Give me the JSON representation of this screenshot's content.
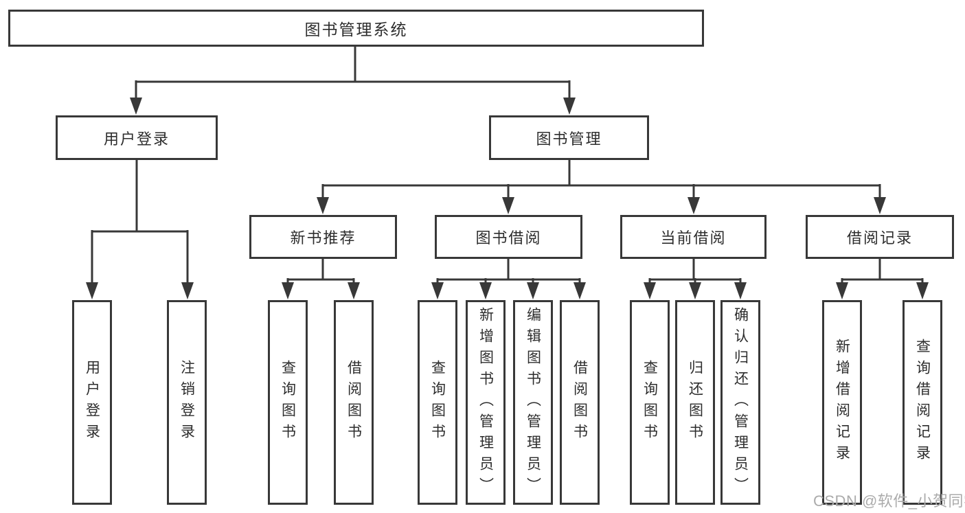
{
  "root": {
    "label": "图书管理系统"
  },
  "level2": {
    "user_login": "用户登录",
    "book_mgmt": "图书管理"
  },
  "level3": {
    "new_books": "新书推荐",
    "borrow": "图书借阅",
    "current": "当前借阅",
    "records": "借阅记录"
  },
  "leaves": {
    "ul_login": "用户登录",
    "ul_logout": "注销登录",
    "nb_query": "查询图书",
    "nb_borrow": "借阅图书",
    "bb_query": "查询图书",
    "bb_add": "新增图书（管理员）",
    "bb_edit": "编辑图书（管理员）",
    "bb_borrow": "借阅图书",
    "cb_query": "查询图书",
    "cb_return": "归还图书",
    "cb_confirm": "确认归还（管理员）",
    "br_add": "新增借阅记录",
    "br_query": "查询借阅记录"
  },
  "watermark": "CSDN @软件_小贺同学",
  "colors": {
    "line": "#383838",
    "text": "#2d2d2d",
    "watermark": "#ababab",
    "background": "#ffffff"
  }
}
